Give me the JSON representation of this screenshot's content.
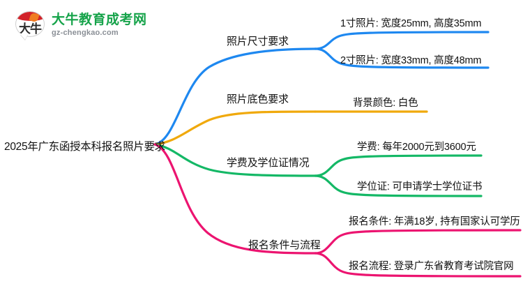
{
  "logo": {
    "mark_char": "大牛",
    "title": "大牛教育成考网",
    "subtitle": "gz-chengkao.com",
    "title_color": "#16a34a",
    "subtitle_color": "#8a8f96",
    "mark_top_color": "#d2232a"
  },
  "mindmap": {
    "root": {
      "label": "2025年广东函授本科报名照片要求"
    },
    "branches": [
      {
        "label": "照片尺寸要求",
        "color": "#1e88f0",
        "children": [
          {
            "label": "1寸照片: 宽度25mm, 高度35mm"
          },
          {
            "label": "2寸照片: 宽度33mm, 高度48mm"
          }
        ]
      },
      {
        "label": "照片底色要求",
        "color": "#f0a90c",
        "children": [
          {
            "label": "背景颜色: 白色"
          }
        ]
      },
      {
        "label": "学费及学位证情况",
        "color": "#14b866",
        "children": [
          {
            "label": "学费: 每年2000元到3600元"
          },
          {
            "label": "学位证: 可申请学士学位证书"
          }
        ]
      },
      {
        "label": "报名条件与流程",
        "color": "#ec1470",
        "children": [
          {
            "label": "报名条件: 年满18岁, 持有国家认可学历"
          },
          {
            "label": "报名流程: 登录广东省教育考试院官网"
          }
        ]
      }
    ]
  }
}
